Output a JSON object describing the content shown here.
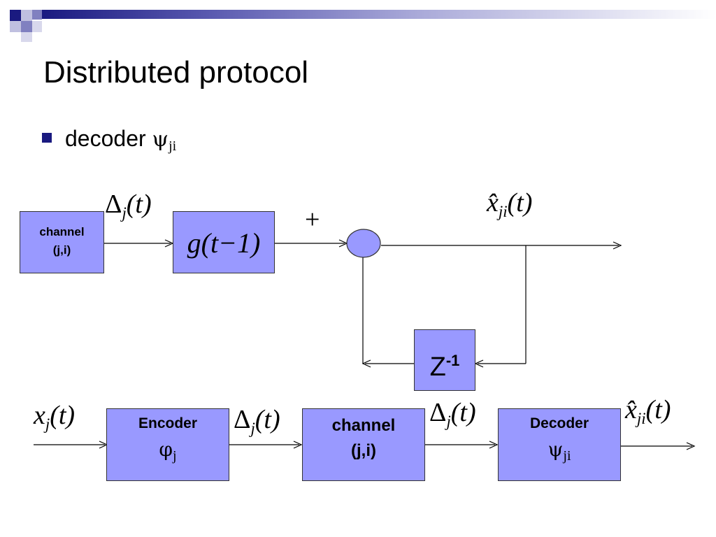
{
  "slide": {
    "title": "Distributed protocol",
    "bullet": {
      "text": "decoder",
      "symbol": "ψ",
      "subscript": "ji"
    }
  },
  "top_diagram": {
    "channel_box": {
      "line1": "channel",
      "line2": "(j,i)"
    },
    "g_box": {
      "label": "g(t−1)"
    },
    "delta_label": {
      "symbol": "Δ",
      "subscript": "j",
      "arg": "(t)"
    },
    "plus_label": "+",
    "xhat_label": {
      "symbol": "x̂",
      "subscript": "ji",
      "arg": "(t)"
    },
    "delay_box": {
      "base": "Z",
      "exponent": "-1"
    }
  },
  "bottom_diagram": {
    "input_label": {
      "symbol": "x",
      "subscript": "j",
      "arg": "(t)"
    },
    "encoder_box": {
      "title": "Encoder",
      "symbol": "φ",
      "subscript": "j"
    },
    "delta_label_1": {
      "symbol": "Δ",
      "subscript": "j",
      "arg": "(t)"
    },
    "channel_box": {
      "line1": "channel",
      "line2": "(j,i)"
    },
    "delta_label_2": {
      "symbol": "Δ",
      "subscript": "j",
      "arg": "(t)"
    },
    "decoder_box": {
      "title": "Decoder",
      "symbol": "ψ",
      "subscript": "ji"
    },
    "output_label": {
      "symbol": "x̂",
      "subscript": "ji",
      "arg": "(t)"
    }
  },
  "colors": {
    "box_fill": "#9999ff",
    "header_dark": "#1a1a80",
    "header_mid": "#8080c0",
    "header_light": "#c0c0e0"
  }
}
